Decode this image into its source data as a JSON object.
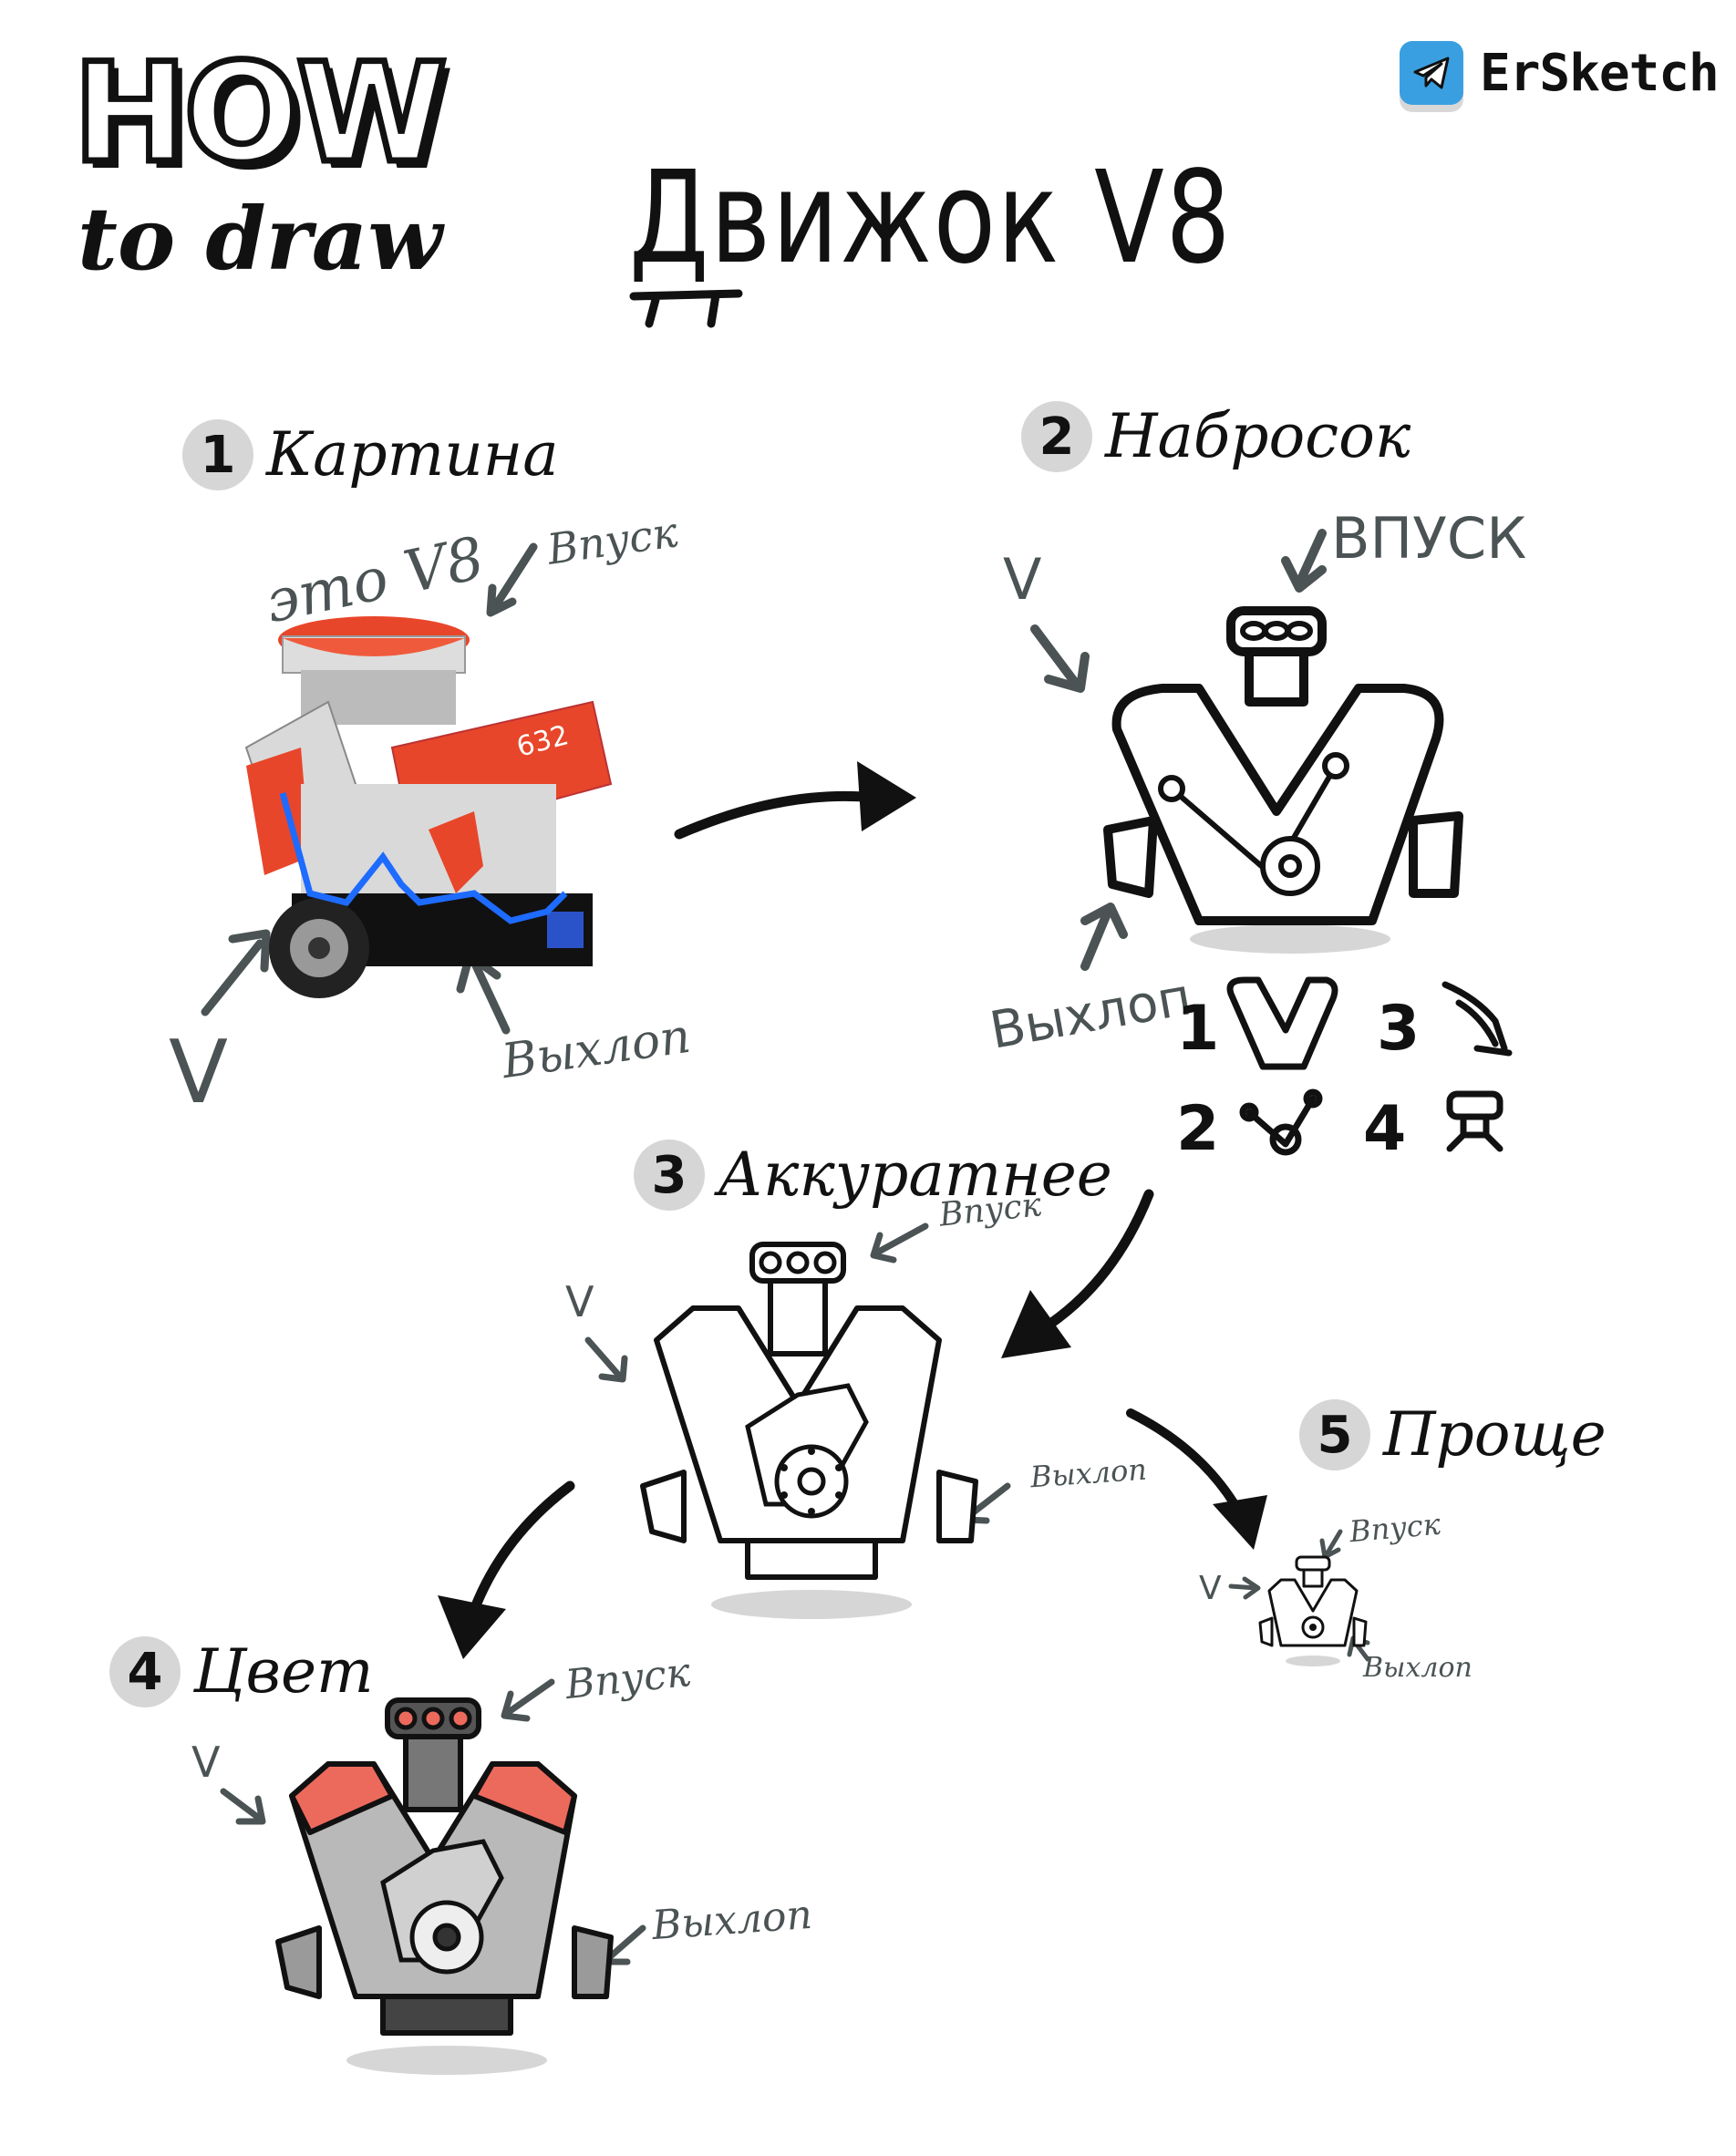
{
  "header": {
    "how": "HOW",
    "to_draw": "to draw",
    "title": "Движок V8",
    "brand": "ErSketch",
    "brand_icon": "telegram-icon"
  },
  "steps": [
    {
      "number": "1",
      "label": "Картина"
    },
    {
      "number": "2",
      "label": "Набросок"
    },
    {
      "number": "3",
      "label": "Аккуратнее"
    },
    {
      "number": "4",
      "label": "Цвет"
    },
    {
      "number": "5",
      "label": "Проще"
    }
  ],
  "annotations": {
    "photo": {
      "this_v8": "это V8",
      "intake": "Впуск",
      "exhaust": "Выхлоп",
      "v": "V"
    },
    "sketch": {
      "intake": "ВПУСК",
      "exhaust": "Выхлоп",
      "v": "V"
    },
    "neat": {
      "intake": "Впуск",
      "exhaust": "Выхлоп",
      "v": "V"
    },
    "color": {
      "intake": "Впуск",
      "exhaust": "Выхлоп",
      "v": "V"
    },
    "simple": {
      "intake": "Впуск",
      "exhaust": "Выхлоп",
      "v": "V"
    }
  },
  "legend": [
    "1",
    "2",
    "3",
    "4"
  ],
  "colors": {
    "accent_red": "#ec6a5c",
    "engine_gray": "#b9b9b9",
    "annotation_gray": "#4b5354",
    "telegram_blue": "#3a9fe0",
    "photo_orange": "#e8462a"
  }
}
